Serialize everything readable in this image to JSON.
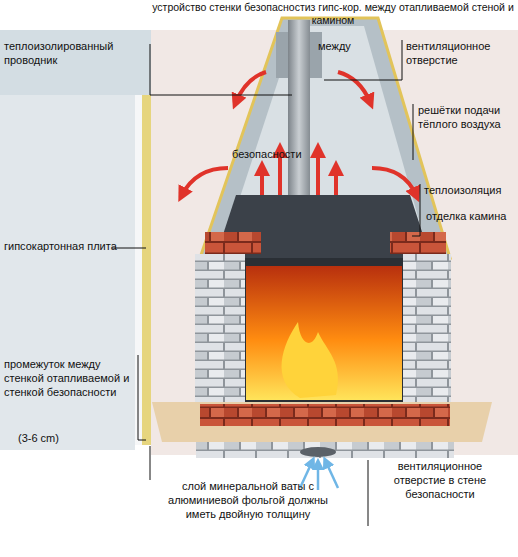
{
  "diagram": {
    "title": "устройство стенки безопасностиз гипс-кор. между отапливаемой стеной и камином",
    "labels": [
      "теплоизолированный проводник",
      "между",
      "вентиляционное отверстие",
      "решётки подачи тёплого воздуха",
      "безопасности",
      "теплоизоляция",
      "отделка камина",
      "гипсокартонная плита",
      "промежуток между стенкой отапливаемой и стенкой безопасности",
      "(3-6 cm)",
      "слой минеральной ваты с алюминиевой фольгой должны иметь двойную толщину",
      "вентиляционное отверстие в стене безопасности"
    ]
  }
}
